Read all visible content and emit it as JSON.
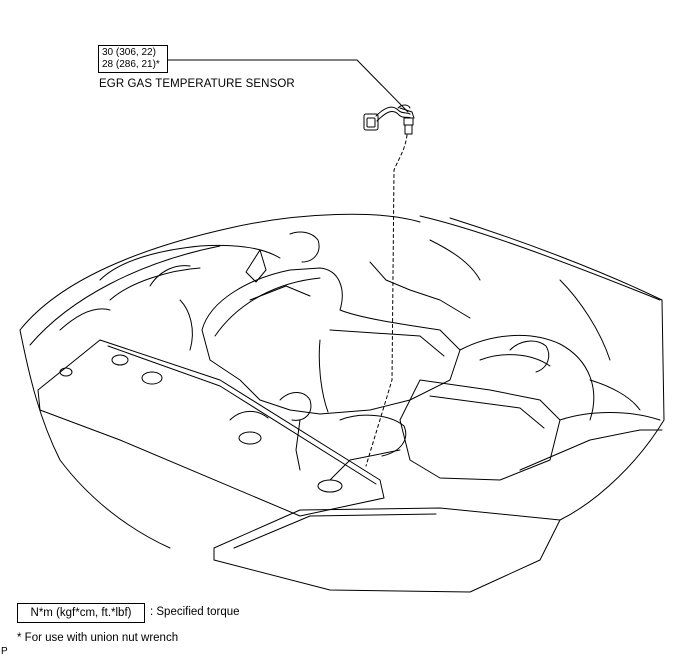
{
  "torque_spec": {
    "line1": "30 (306, 22)",
    "line2": "28 (286, 21)*"
  },
  "part_label": "EGR GAS TEMPERATURE SENSOR",
  "legend": {
    "box_text": "N*m (kgf*cm, ft.*lbf)",
    "description": ": Specified torque"
  },
  "footnote": "* For use with union nut wrench",
  "figure_code": "P"
}
